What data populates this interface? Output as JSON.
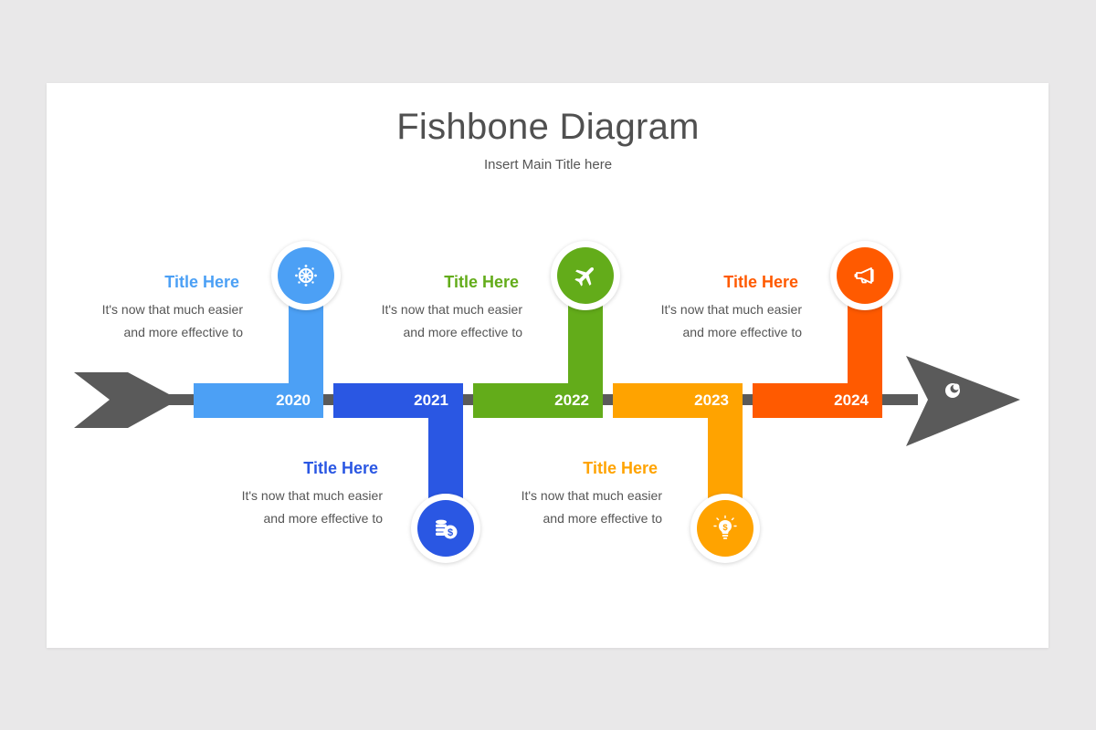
{
  "slide": {
    "title": "Fishbone Diagram",
    "subtitle": "Insert Main Title here"
  },
  "colors": {
    "spine": "#5a5a5a",
    "c2020": "#4ca0f5",
    "c2021": "#2a57e3",
    "c2022": "#63ac1a",
    "c2023": "#ffa300",
    "c2024": "#ff5a00"
  },
  "milestones": [
    {
      "year": "2020",
      "title": "Title Here",
      "line1": "It's now that much easier",
      "line2": "and more effective to",
      "icon": "ship-wheel-icon",
      "color": "#4ca0f5",
      "position": "top"
    },
    {
      "year": "2021",
      "title": "Title Here",
      "line1": "It's now that much easier",
      "line2": "and more effective to",
      "icon": "coins-dollar-icon",
      "color": "#2a57e3",
      "position": "bottom"
    },
    {
      "year": "2022",
      "title": "Title Here",
      "line1": "It's now that much easier",
      "line2": "and more effective to",
      "icon": "airplane-icon",
      "color": "#63ac1a",
      "position": "top"
    },
    {
      "year": "2023",
      "title": "Title Here",
      "line1": "It's now that much easier",
      "line2": "and more effective to",
      "icon": "lightbulb-dollar-icon",
      "color": "#ffa300",
      "position": "bottom"
    },
    {
      "year": "2024",
      "title": "Title Here",
      "line1": "It's now that much easier",
      "line2": "and more effective to",
      "icon": "megaphone-icon",
      "color": "#ff5a00",
      "position": "top"
    }
  ]
}
